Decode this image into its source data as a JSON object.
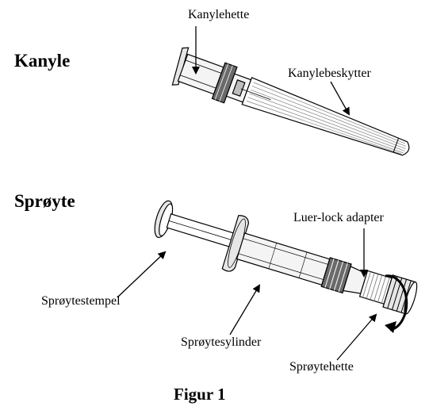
{
  "headings": {
    "needle": "Kanyle",
    "syringe": "Sprøyte"
  },
  "labels": {
    "needle_hub_cap": "Kanylehette",
    "needle_protector": "Kanylebeskytter",
    "luer_lock_adapter": "Luer-lock adapter",
    "plunger": "Sprøytestempel",
    "barrel": "Sprøytesylinder",
    "syringe_cap": "Sprøytehette"
  },
  "caption": "Figur 1",
  "colors": {
    "ink": "#000000",
    "barrel_fill": "#f4f4f4",
    "cap_fill": "#e6e6e6",
    "dark_rings": "#6a6a6a",
    "hatching": "#808080"
  }
}
